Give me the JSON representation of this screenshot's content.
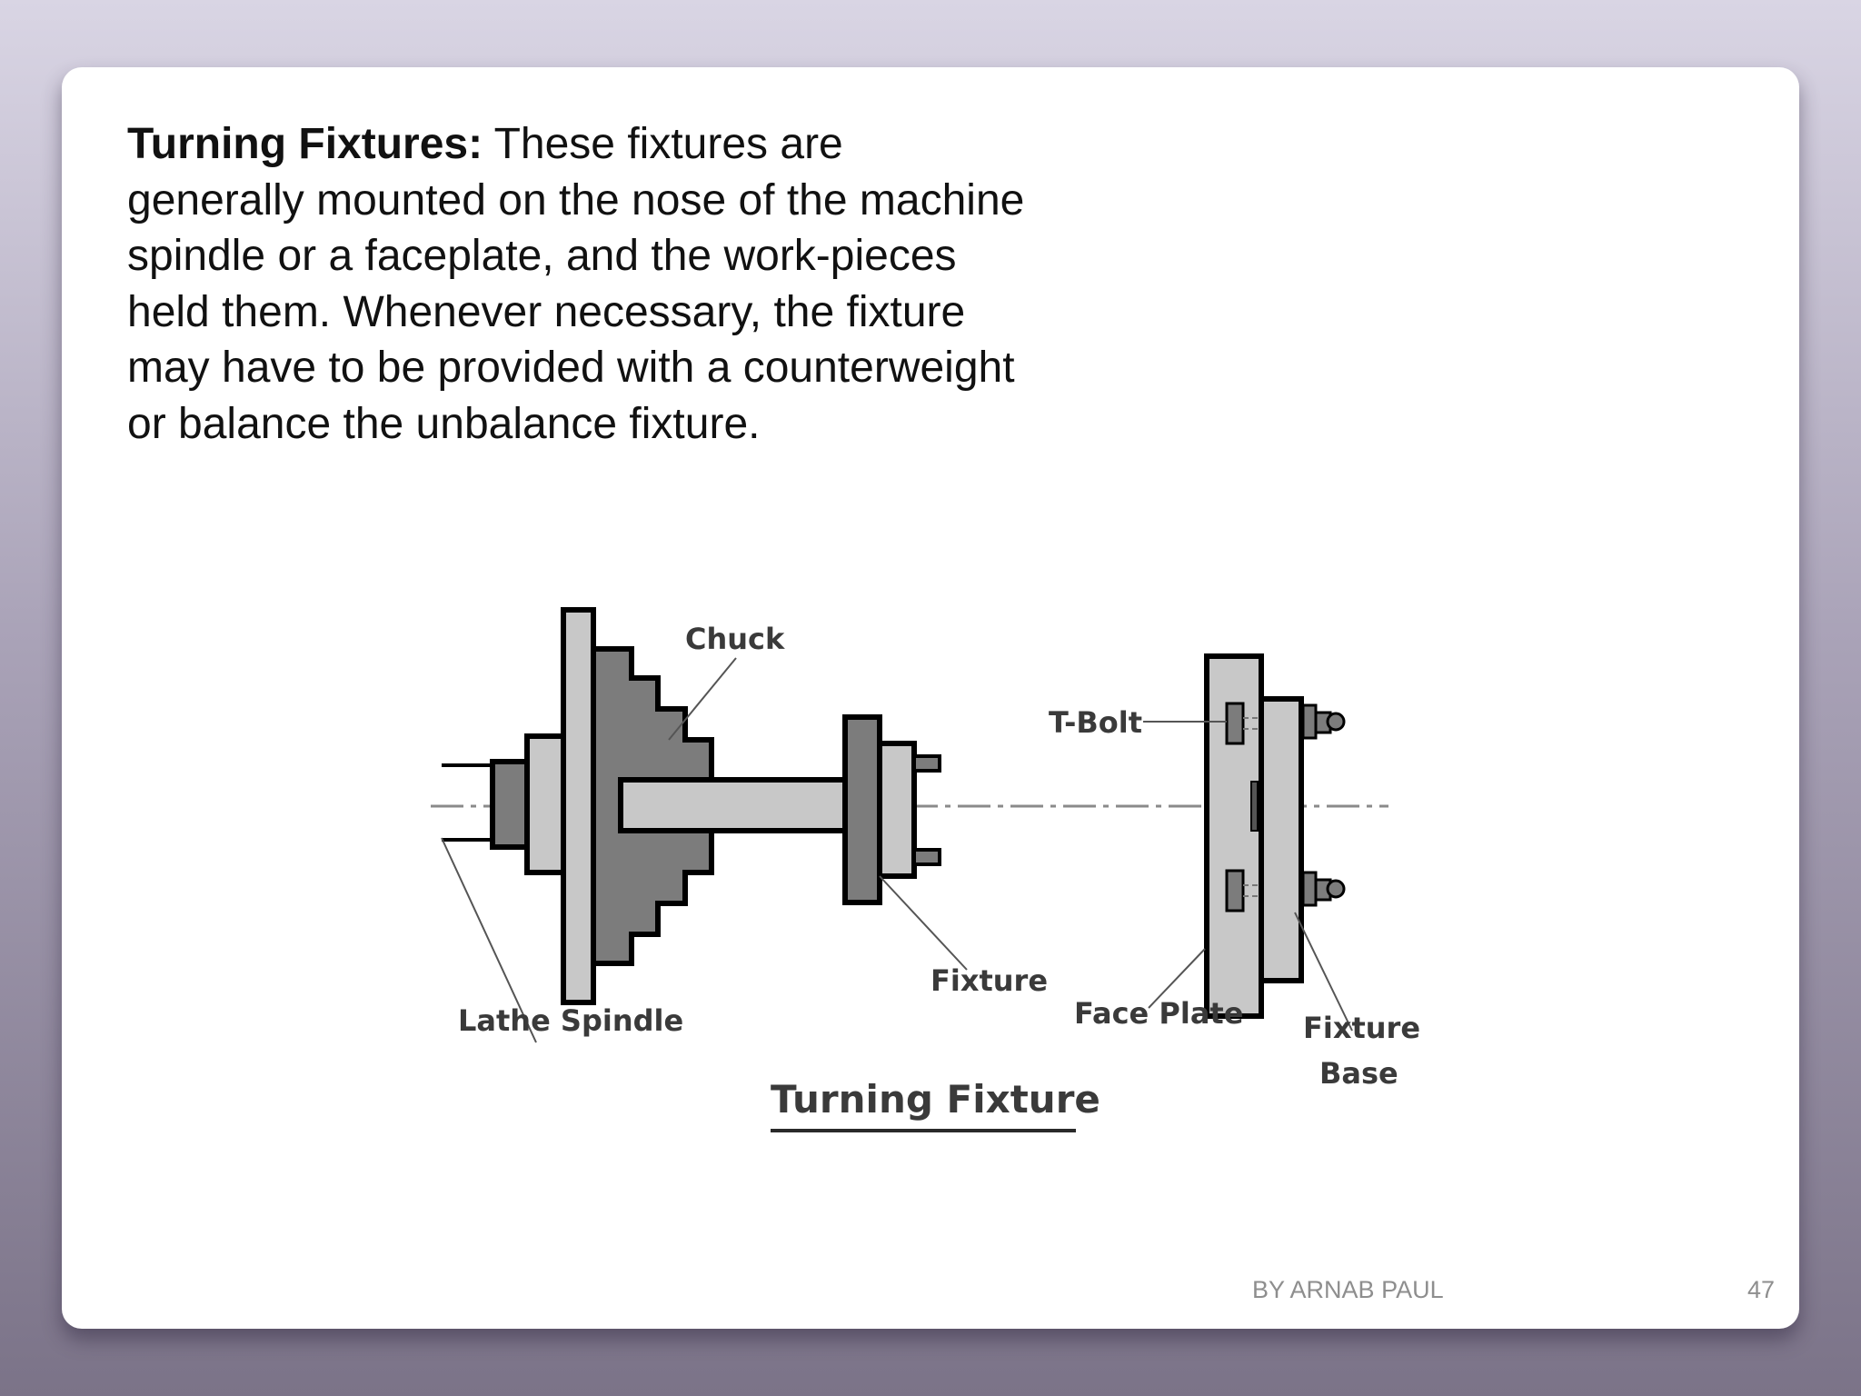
{
  "slide": {
    "heading": "Turning Fixtures:",
    "body": " These fixtures are generally mounted on the nose of the machine spindle or a faceplate, and the work-pieces held them. Whenever necessary, the fixture may have to be provided with a counterweight or balance the unbalance fixture."
  },
  "diagram": {
    "title": "Turning Fixture",
    "labels": {
      "chuck": "Chuck",
      "t_bolt": "T-Bolt",
      "fixture": "Fixture",
      "face_plate": "Face Plate",
      "lathe_spindle": "Lathe Spindle",
      "fixture_base_line1": "Fixture",
      "fixture_base_line2": "Base"
    },
    "colors": {
      "light_part": "#c8c8c8",
      "dark_part": "#7c7c7c",
      "outline": "#000000",
      "centerline": "#8a8a8a"
    }
  },
  "footer": {
    "author": "BY ARNAB PAUL",
    "page_number": "47"
  }
}
